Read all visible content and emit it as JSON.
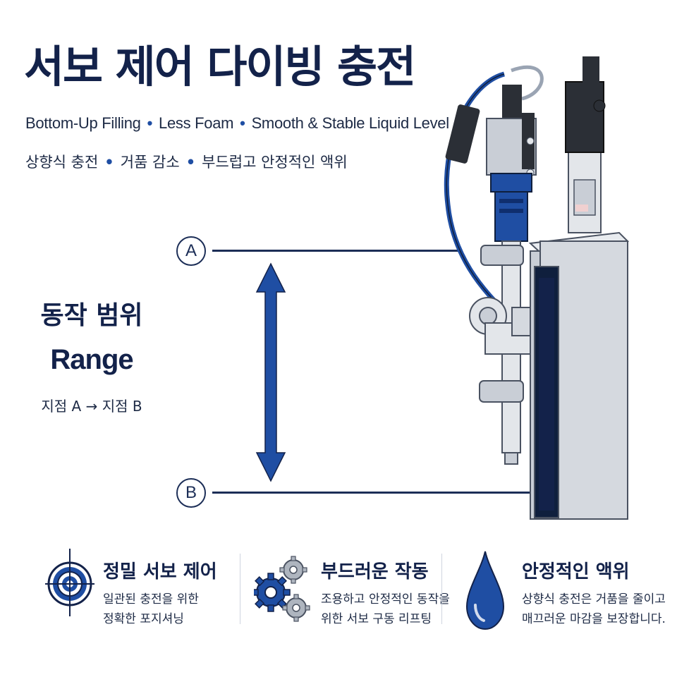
{
  "header": {
    "title": "서보 제어 다이빙 충전",
    "subtitle_en": [
      "Bottom-Up Filling",
      "Less Foam",
      "Smooth & Stable Liquid Level"
    ],
    "subtitle_ko": [
      "상향식 충전",
      "거품 감소",
      "부드럽고 안정적인 액위"
    ],
    "bullet": "•"
  },
  "diagram": {
    "point_a": "A",
    "point_b": "B",
    "range_title_ko": "동작 범위",
    "range_title_en": "Range",
    "range_path": "지점 A → 지점 B"
  },
  "features": [
    {
      "title": "정밀 서보 제어",
      "desc_line1": "일관된 충전을 위한",
      "desc_line2": "정확한 포지셔닝",
      "icon": "target-icon"
    },
    {
      "title": "부드러운 작동",
      "desc_line1": "조용하고 안정적인 동작을",
      "desc_line2": "위한 서보 구동 리프팅",
      "icon": "gear-icon"
    },
    {
      "title": "안정적인 액위",
      "desc_line1": "상향식 충전은 거품을 줄이고",
      "desc_line2": "매끄러운 마감을 보장합니다.",
      "icon": "water-drop-icon"
    }
  ],
  "colors": {
    "navy": "#13224a",
    "accent_blue": "#1f4ea3",
    "line": "#1c2e57",
    "steel": "#d5d9df"
  }
}
